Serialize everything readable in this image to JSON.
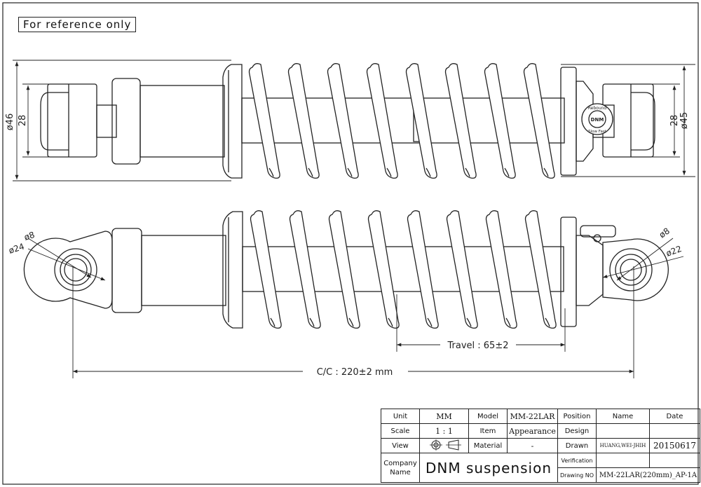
{
  "note": "For reference only",
  "top_view": {
    "dim_left_outer": "ø46",
    "dim_left_inner": "28",
    "dim_right_inner": "28",
    "dim_right_outer": "ø45",
    "knob_text_1": "Rebound",
    "knob_text_2": "DNM",
    "knob_text_3": "Slow Fast"
  },
  "side_view": {
    "dim_left_bolt": "ø8",
    "dim_left_eye": "ø24",
    "dim_right_bolt": "ø8",
    "dim_right_eye": "ø22",
    "travel": "Travel : 65±2",
    "cc": "C/C : 220±2 mm"
  },
  "title_block": {
    "unit_label": "Unit",
    "unit_value": "MM",
    "model_label": "Model",
    "model_value": "MM-22LAR",
    "position_label": "Position",
    "name_label": "Name",
    "date_label": "Date",
    "scale_label": "Scale",
    "scale_value": "1 : 1",
    "item_label": "Item",
    "item_value": "Appearance",
    "design_label": "Design",
    "view_label": "View",
    "material_label": "Material",
    "material_value": "-",
    "drawn_label": "Drawn",
    "drawn_name": "HUANG,WEI-JHIH",
    "drawn_date": "20150617",
    "company_label": "Company Name",
    "company_value": "DNM   suspension",
    "verification_label": "Verification",
    "drawing_no_label": "Drawing NO",
    "drawing_no_value": "MM-22LAR(220mm)_AP-1A"
  }
}
